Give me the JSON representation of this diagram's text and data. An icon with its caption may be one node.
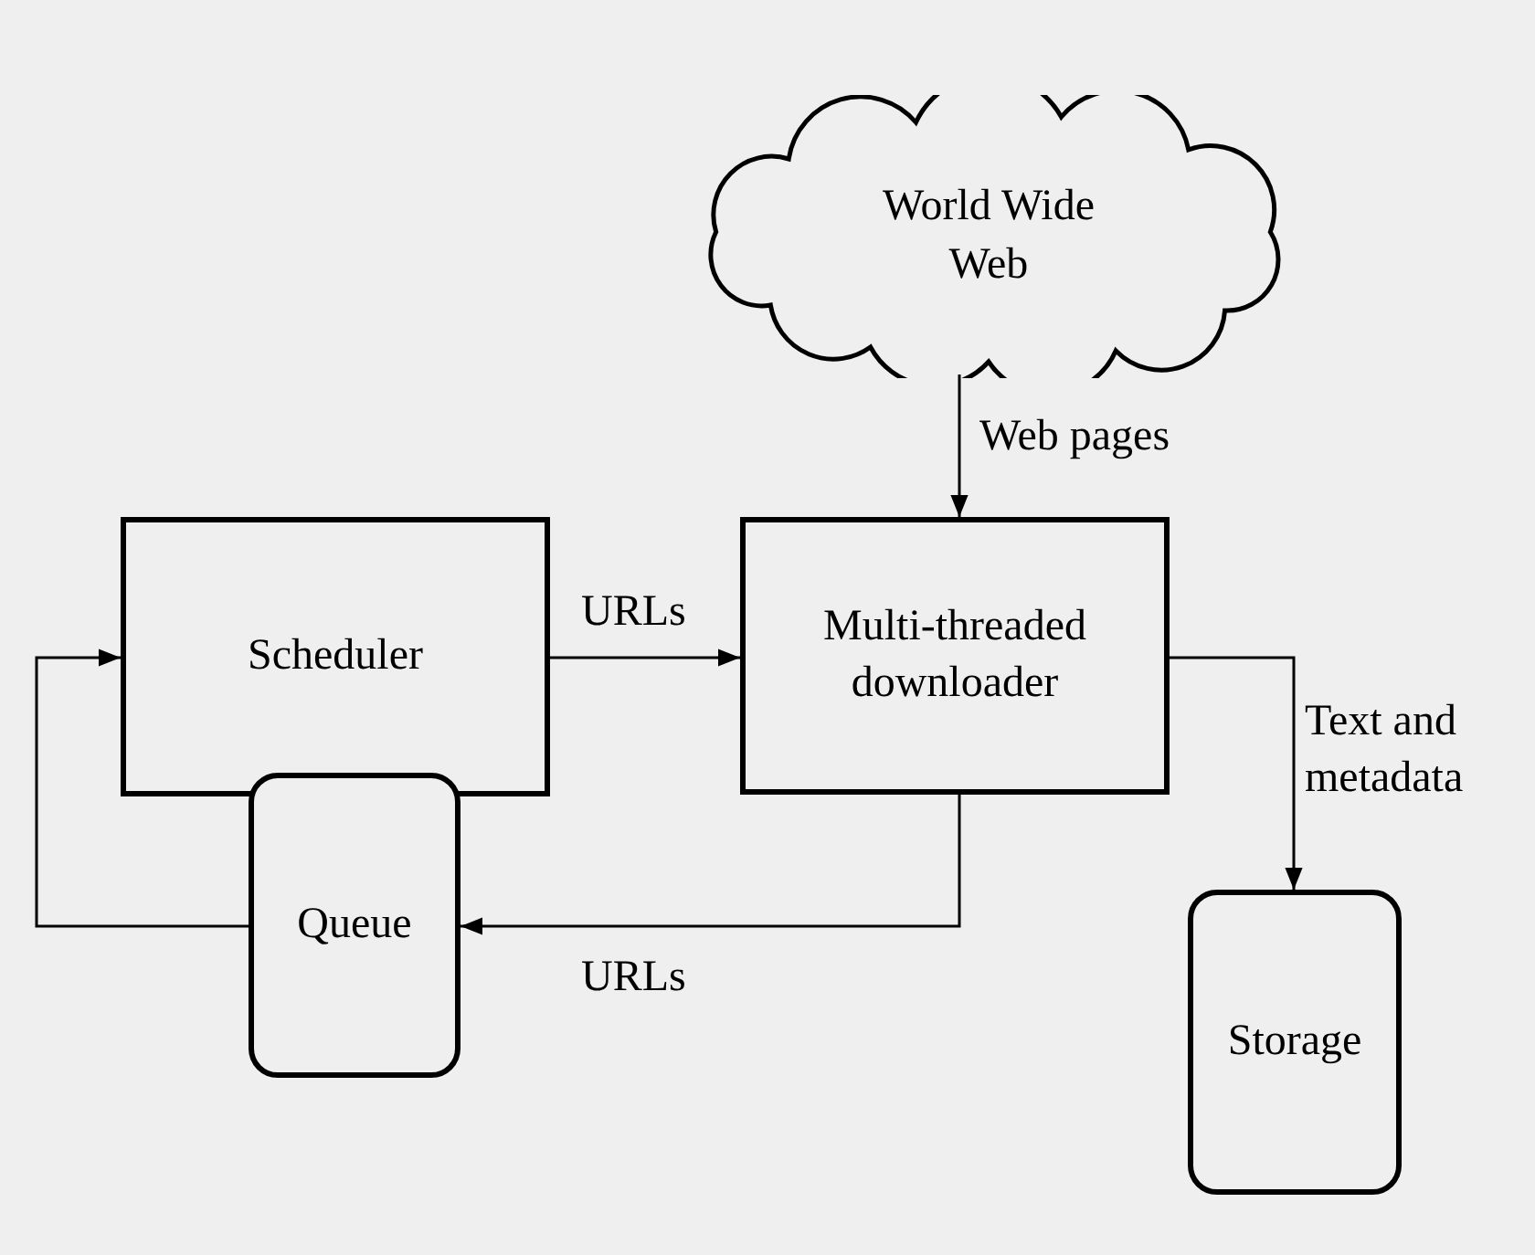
{
  "diagram": {
    "nodes": [
      {
        "text": [
          "World Wide Web"
        ]
      },
      {
        "text": [
          "Scheduler"
        ]
      },
      {
        "text": [
          "Multi-threaded downloader"
        ]
      },
      {
        "text": [
          "Queue"
        ]
      },
      {
        "text": [
          "Storage"
        ]
      }
    ],
    "edges": [
      {
        "from": 0,
        "to": 2,
        "arrow": "to",
        "label": "Web pages"
      },
      {
        "from": 1,
        "to": 2,
        "arrow": "to",
        "label": "URLs"
      },
      {
        "from": 2,
        "to": 3,
        "arrow": "to",
        "label": "URLs"
      },
      {
        "from": 3,
        "to": 1,
        "arrow": "to"
      },
      {
        "from": 2,
        "to": 4,
        "arrow": "to",
        "label": "Text and metadata"
      }
    ]
  }
}
